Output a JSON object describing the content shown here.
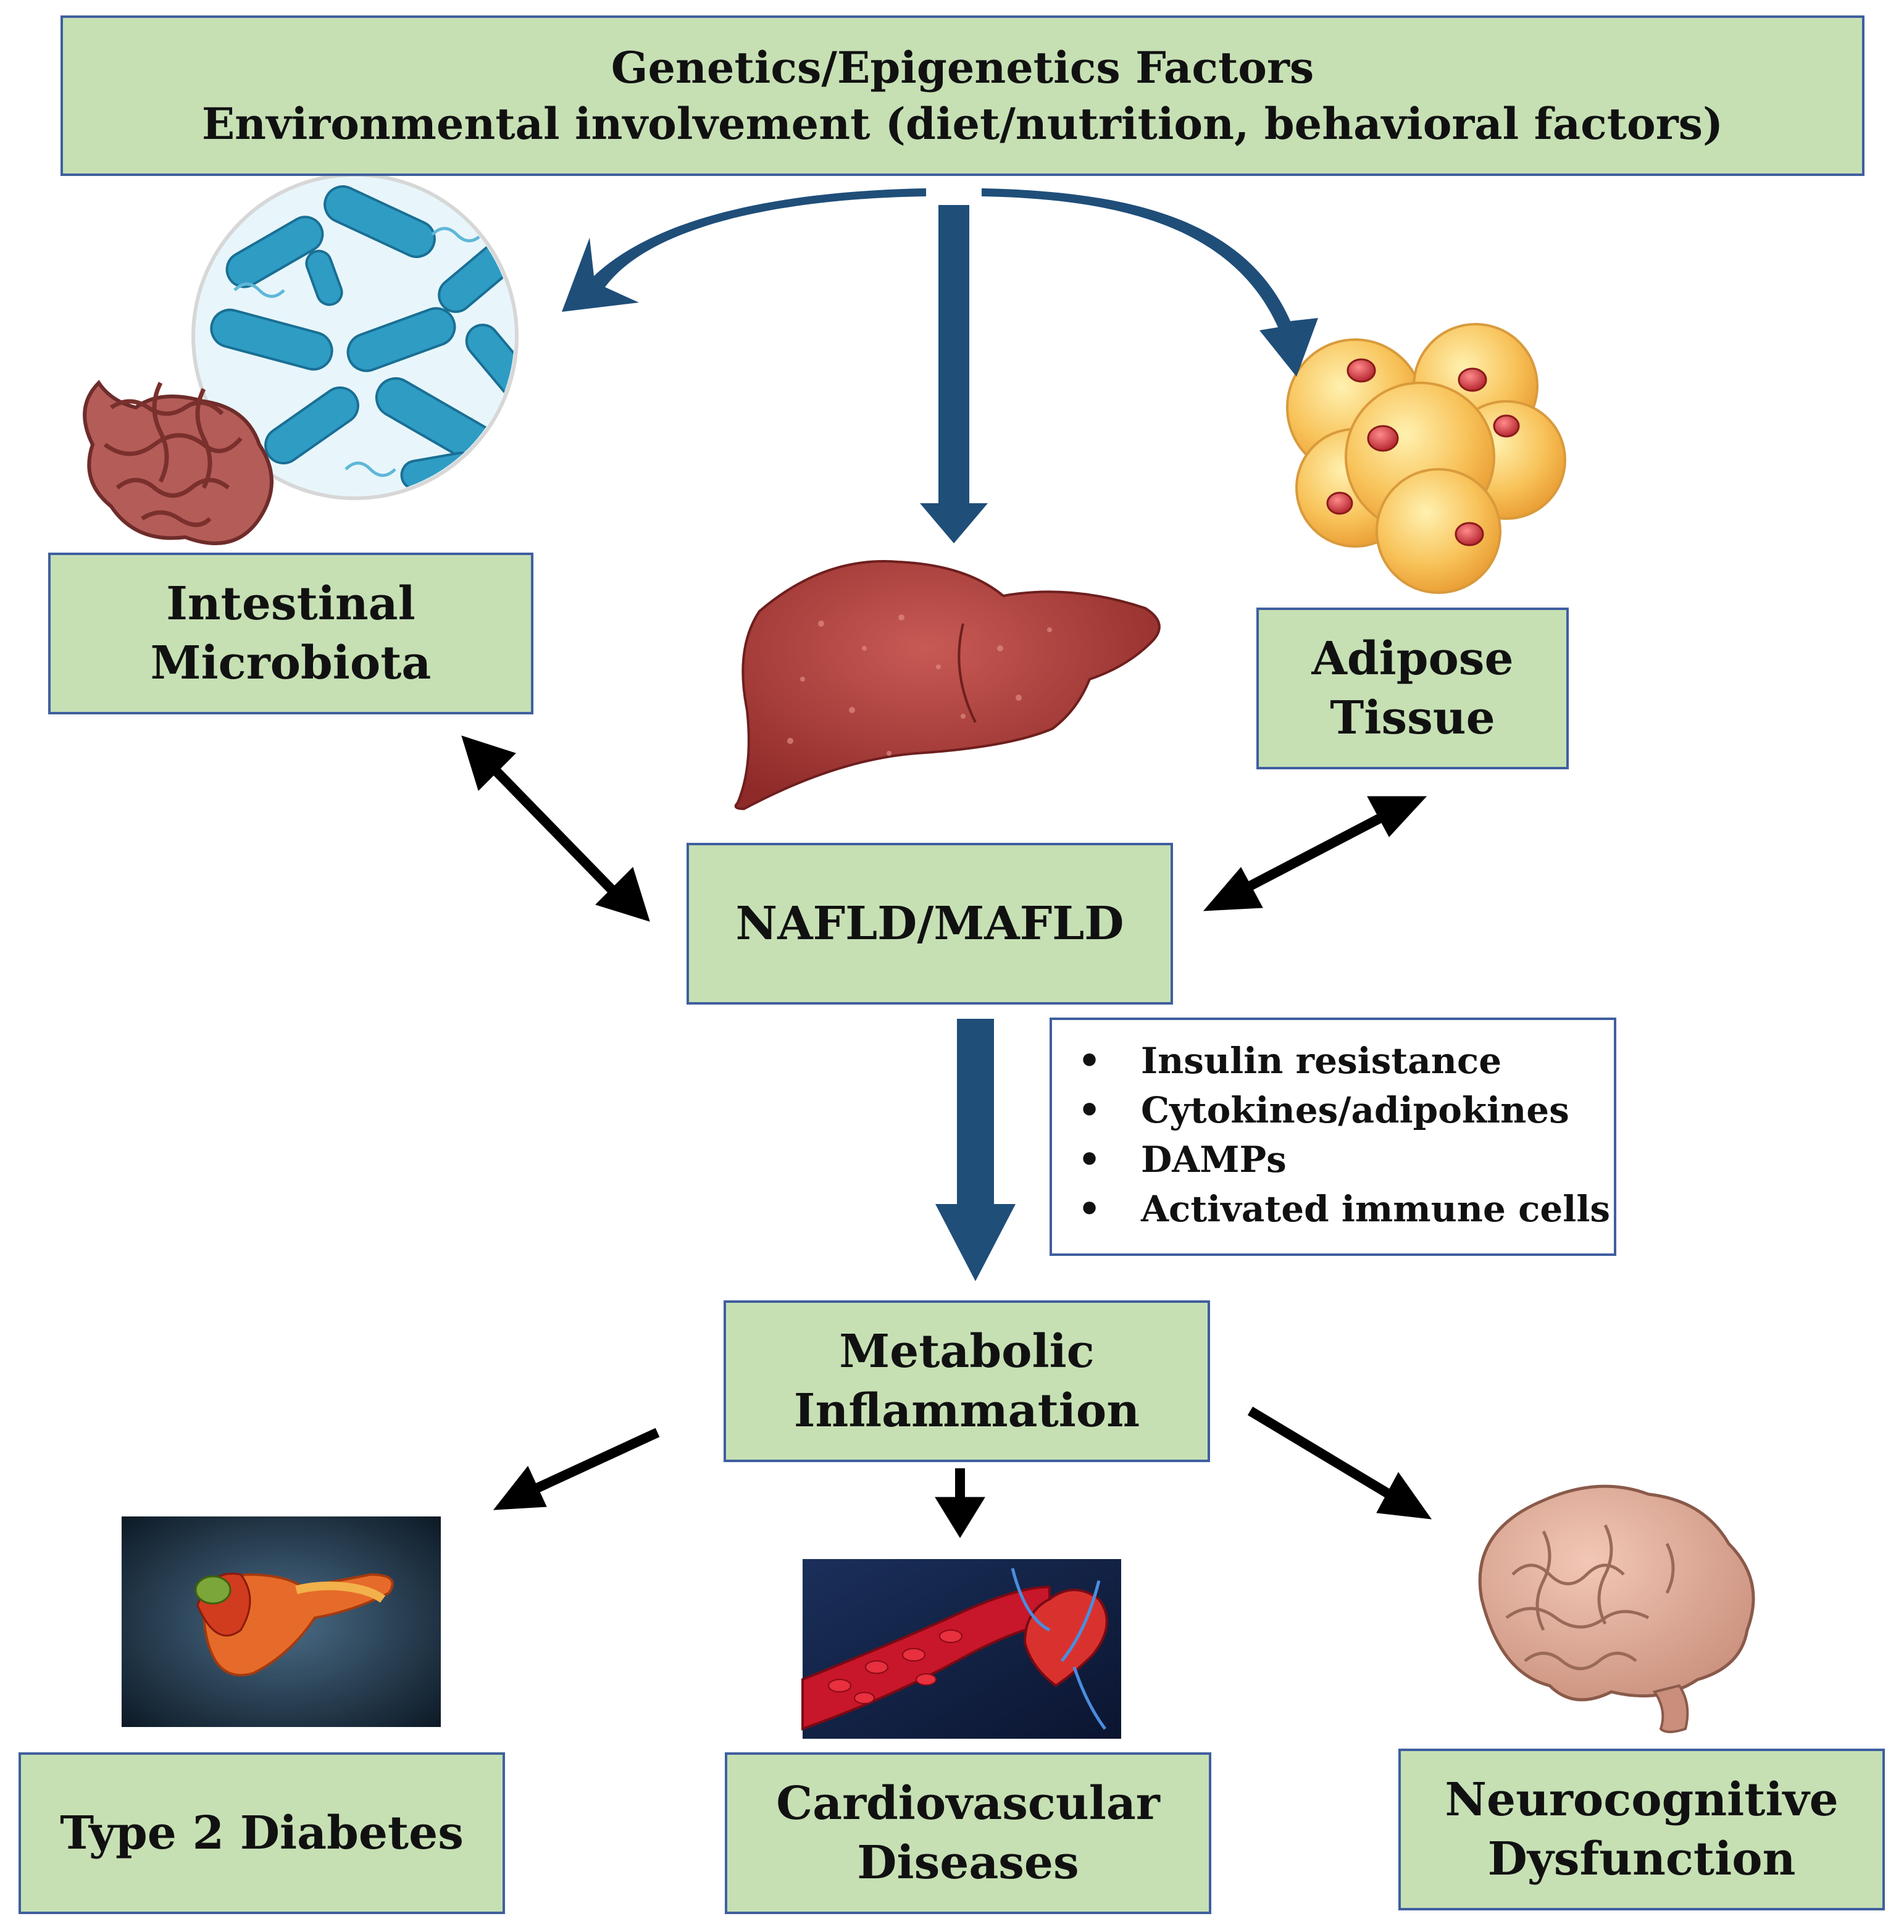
{
  "top_box": {
    "line1": "Genetics/Epigenetics Factors",
    "line2": "Environmental involvement (diet/nutrition, behavioral factors)"
  },
  "nodes": {
    "intestinal": {
      "line1": "Intestinal",
      "line2": "Microbiota"
    },
    "adipose": {
      "line1": "Adipose",
      "line2": "Tissue"
    },
    "nafld": {
      "label": "NAFLD/MAFLD"
    },
    "metabolic": {
      "line1": "Metabolic",
      "line2": "Inflammation"
    },
    "diabetes": {
      "label": "Type 2 Diabetes"
    },
    "cardio": {
      "line1": "Cardiovascular",
      "line2": "Diseases"
    },
    "neuro": {
      "line1": "Neurocognitive",
      "line2": "Dysfunction"
    }
  },
  "mediators": {
    "bullet": "•",
    "items": [
      "Insulin  resistance",
      "Cytokines/adipokines",
      "DAMPs",
      "Activated  immune  cells"
    ]
  },
  "colors": {
    "box_fill": "#c6e0b4",
    "box_border": "#3f5f9f",
    "arrow_blue": "#1f4e79",
    "arrow_black": "#000000"
  }
}
